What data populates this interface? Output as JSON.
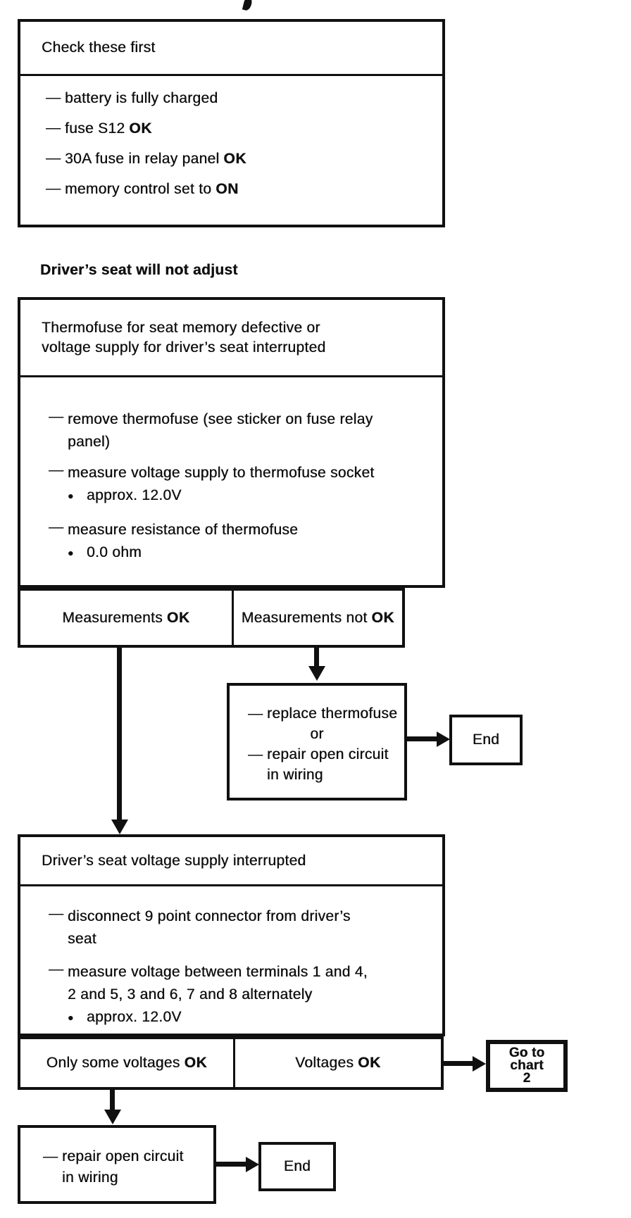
{
  "colors": {
    "ink": "#101010",
    "paper": "#ffffff"
  },
  "check_first": {
    "title": "Check these first",
    "items": [
      {
        "dash": "—",
        "text": "battery is fully charged",
        "bold": ""
      },
      {
        "dash": "—",
        "text": "fuse S12",
        "bold": "OK"
      },
      {
        "dash": "—",
        "text": "30A fuse in relay panel",
        "bold": "OK"
      },
      {
        "dash": "—",
        "text": "memory control set to",
        "bold": "ON"
      }
    ]
  },
  "heading": "Driver’s seat will not adjust",
  "diagnosis1": {
    "title_line1": "Thermofuse for seat memory defective or",
    "title_line2": "voltage supply for driver’s seat interrupted",
    "steps": [
      {
        "dash": "—",
        "line1": "remove thermofuse (see sticker on fuse relay",
        "line2": "panel)",
        "bullet": "",
        "value": ""
      },
      {
        "dash": "—",
        "line1": "measure voltage supply to thermofuse socket",
        "line2": "",
        "bullet": "●",
        "value": "approx. 12.0V"
      },
      {
        "dash": "—",
        "line1": "measure resistance of thermofuse",
        "line2": "",
        "bullet": "●",
        "value": "0.0 ohm"
      }
    ],
    "outcome_left": {
      "text": "Measurements",
      "bold": "OK"
    },
    "outcome_right": {
      "text": "Measurements not",
      "bold": "OK"
    }
  },
  "remedy1": {
    "dash1": "—",
    "line1": "replace  thermofuse",
    "or": "or",
    "dash2": "—",
    "line2": "repair  open  circuit",
    "line3": "in wiring"
  },
  "end1": "End",
  "diagnosis2": {
    "title": "Driver’s seat voltage supply interrupted",
    "steps": [
      {
        "dash": "—",
        "line1": "disconnect 9 point connector from driver’s",
        "line2": "seat",
        "bullet": "",
        "value": ""
      },
      {
        "dash": "—",
        "line1": "measure voltage between terminals 1 and 4,",
        "line2": "2 and 5, 3 and 6, 7 and 8 alternately",
        "bullet": "●",
        "value": "approx. 12.0V"
      }
    ],
    "outcome_left": {
      "text": "Only some voltages",
      "bold": "OK"
    },
    "outcome_right": {
      "text": "Voltages",
      "bold": "OK"
    }
  },
  "goto_chart": {
    "line1": "Go to",
    "line2": "chart",
    "line3": "2"
  },
  "remedy2": {
    "dash": "—",
    "line1": "repair open circuit",
    "line2": "in wiring"
  },
  "end2": "End"
}
